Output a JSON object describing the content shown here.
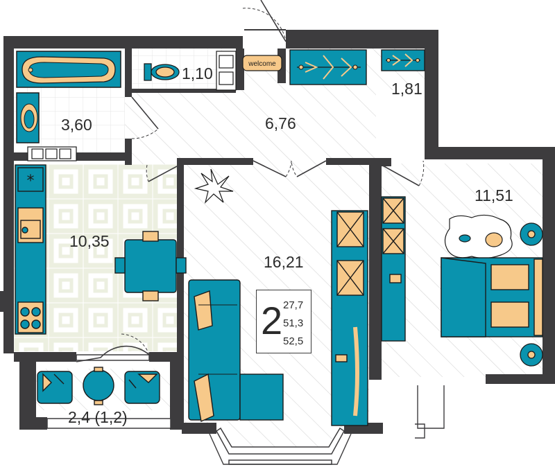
{
  "plan": {
    "rooms": [
      {
        "id": "bathroom",
        "area": "3,60"
      },
      {
        "id": "toilet",
        "area": "1,10"
      },
      {
        "id": "hallway",
        "area": "6,76"
      },
      {
        "id": "wardrobe",
        "area": "1,81"
      },
      {
        "id": "bedroom",
        "area": "11,51"
      },
      {
        "id": "kitchen",
        "area": "10,35"
      },
      {
        "id": "living-room",
        "area": "16,21"
      },
      {
        "id": "balcony",
        "area": "2,4 (1,2)"
      }
    ],
    "doormat_text": "welcome",
    "summary": {
      "rooms": "2",
      "living_area": "27,7",
      "total_area": "51,3",
      "total_area_with_balcony": "52,5"
    },
    "colors": {
      "wall": "#3d3c3e",
      "furniture": "#0a93ae",
      "accent": "#f7c98a",
      "outline": "#1b1b1b",
      "hatch": "#d8d8d8",
      "tile": "#ebeee0"
    }
  }
}
